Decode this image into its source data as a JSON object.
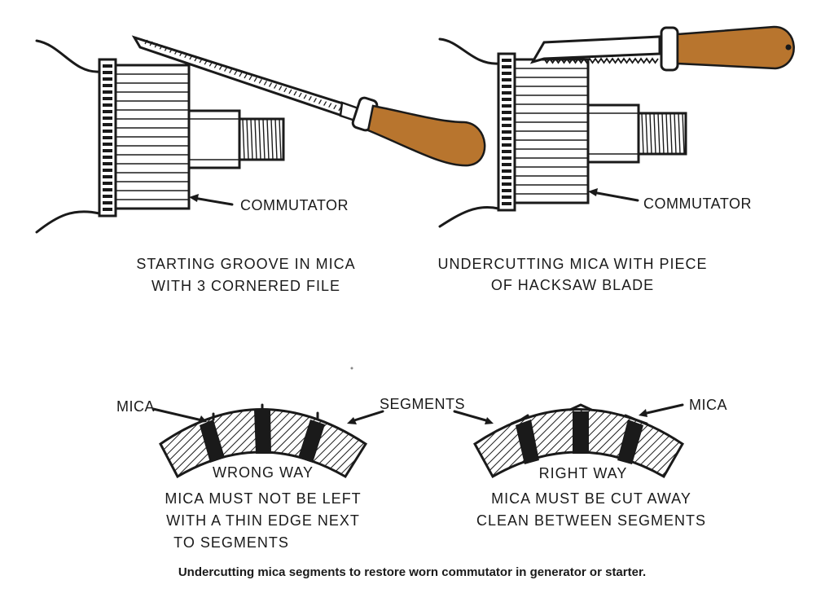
{
  "colors": {
    "ink": "#1a1a1a",
    "handle": "#b8752e",
    "background": "#ffffff"
  },
  "top_left": {
    "callout": "COMMUTATOR",
    "caption_line1": "STARTING GROOVE IN MICA",
    "caption_line2": "WITH 3 CORNERED FILE"
  },
  "top_right": {
    "callout": "COMMUTATOR",
    "caption_line1": "UNDERCUTTING MICA WITH PIECE",
    "caption_line2": "OF HACKSAW BLADE"
  },
  "bottom_left": {
    "mica_label": "MICA",
    "way_label": "WRONG WAY",
    "note_line1": "MICA MUST NOT BE LEFT",
    "note_line2": "WITH A THIN EDGE NEXT",
    "note_line3": "TO SEGMENTS"
  },
  "bottom_right": {
    "segments_label": "SEGMENTS",
    "mica_label": "MICA",
    "way_label": "RIGHT WAY",
    "note_line1": "MICA MUST BE CUT AWAY",
    "note_line2": "CLEAN BETWEEN SEGMENTS"
  },
  "figure_caption": "Undercutting mica segments to restore worn commutator in generator or starter."
}
